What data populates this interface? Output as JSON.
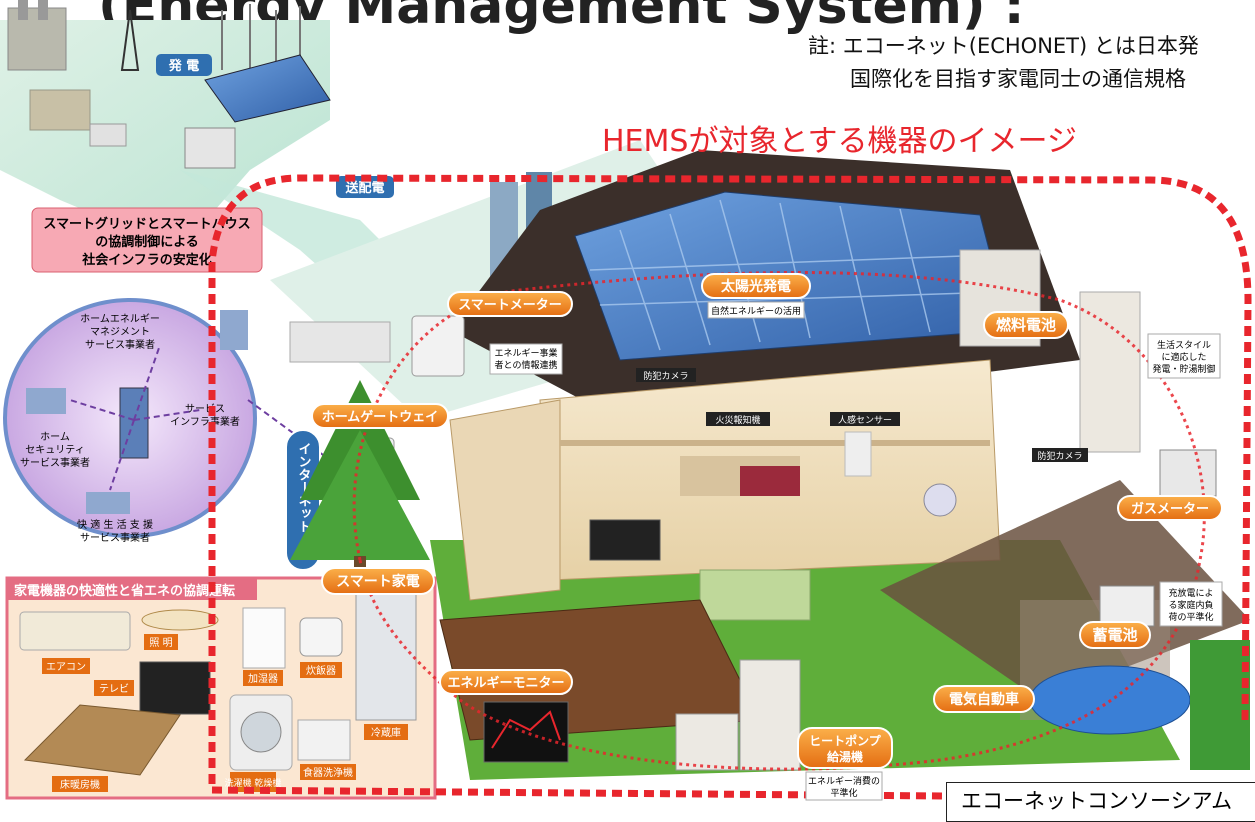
{
  "header": {
    "partial_title": "(Energy Management System) :",
    "note_line1": "註: エコーネット(ECHONET) とは日本発",
    "note_line2": "国際化を目指す家電同士の通信規格",
    "diagram_title": "HEMSが対象とする機器のイメージ",
    "credit": "エコーネットコンソーシアム"
  },
  "top": {
    "generation": "発 電",
    "transmission": "送配電",
    "stabilization": [
      "スマートグリッドとスマートハウス",
      "の協調制御による",
      "社会インフラの安定化"
    ]
  },
  "services": {
    "hems_provider": [
      "ホームエネルギー",
      "マネジメント",
      "サービス事業者"
    ],
    "security_provider": [
      "ホーム",
      "セキュリティ",
      "サービス事業者"
    ],
    "infra_provider": [
      "サービス",
      "インフラ事業者"
    ],
    "lifestyle_provider": [
      "快 適 生 活 支 援",
      "サービス事業者"
    ],
    "internet": "インターネット"
  },
  "appliance_panel": {
    "title": "家電機器の快適性と省エネの協調運転",
    "items": {
      "aircon": "エアコン",
      "light": "照 明",
      "purifier": "加湿器",
      "rice_cooker": "炊飯器",
      "fridge": "冷蔵庫",
      "tv": "テレビ",
      "washer": "洗濯機\n乾燥機",
      "dishwasher": "食器洗浄機",
      "floor_heater": "床暖房機"
    }
  },
  "labels": {
    "solar": "太陽光発電",
    "solar_sub": "自然エネルギーの活用",
    "smart_meter": "スマートメーター",
    "smart_meter_note": [
      "エネルギー事業",
      "者との情報連携"
    ],
    "fuel_cell": "燃料電池",
    "fuel_cell_note": [
      "生活スタイル",
      "に適応した",
      "発電・貯湯制御"
    ],
    "home_gateway": "ホームゲートウェイ",
    "camera1": "防犯カメラ",
    "camera2": "防犯カメラ",
    "fire_alarm": "火災報知機",
    "motion_sensor": "人感センサー",
    "gas_meter": "ガスメーター",
    "smart_appliance": "スマート家電",
    "battery": "蓄電池",
    "battery_note": [
      "充放電によ",
      "る家庭内負",
      "荷の平準化"
    ],
    "energy_monitor": "エネルギーモニター",
    "ev": "電気自動車",
    "heat_pump": [
      "ヒートポンプ",
      "給湯機"
    ],
    "heat_pump_note": [
      "エネルギー消費の",
      "平準化"
    ]
  },
  "colors": {
    "accent_red": "#e8262d",
    "label_orange": "#ef7d1d",
    "roof": "#3b2f2a",
    "solar_panel": "#3d6fb5",
    "lawn": "#5fae3a"
  }
}
